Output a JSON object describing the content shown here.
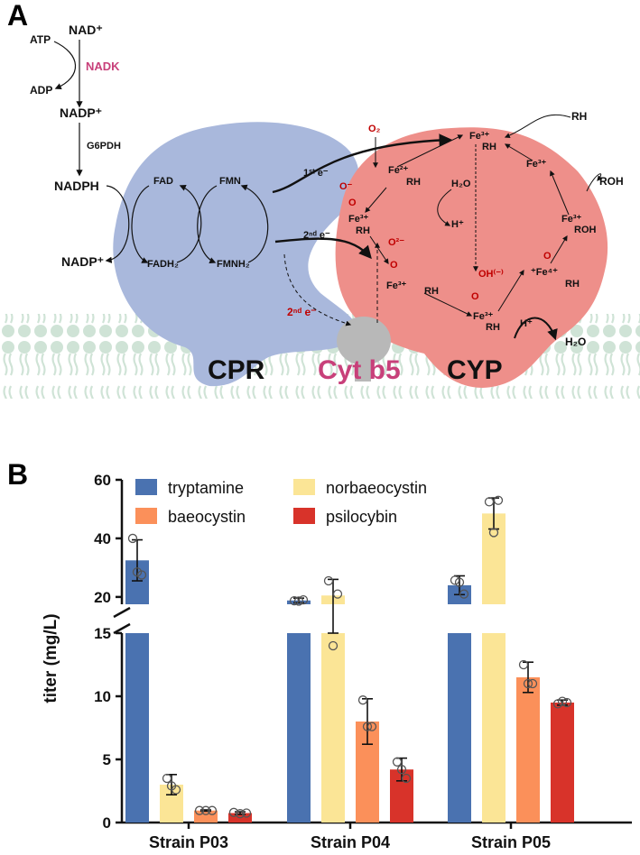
{
  "panel_a": {
    "label": "A",
    "cofactor": {
      "atp": "ATP",
      "nad_plus": "NAD⁺",
      "nadk": "NADK",
      "adp": "ADP",
      "nadp_plus": "NADP⁺",
      "g6pdh": "G6PDH",
      "nadph": "NADPH",
      "nadp_plus_2": "NADP⁺"
    },
    "cpr": {
      "fad": "FAD",
      "fmn": "FMN",
      "fadh2": "FADH₂",
      "fmnh2": "FMNH₂",
      "first_e": "1ˢᵗ e⁻",
      "second_e": "2ⁿᵈ e⁻",
      "second_e_red": "2ⁿᵈ e⁻"
    },
    "cyp_cycle": {
      "o2": "O₂",
      "fe3_top": "Fe³⁺",
      "rh_top": "RH",
      "fe2": "Fe²⁺",
      "rh_fe2": "RH",
      "o_minus": "O⁻",
      "o_minus_o": "O",
      "fe3_left": "Fe³⁺",
      "rh_left": "RH",
      "h2o_in": "H₂O",
      "o2minus": "O²⁻",
      "o_peroxo": "O",
      "fe3_mid": "Fe³⁺",
      "rh_mid": "RH",
      "h_plus_1": "H⁺",
      "oh": "OH⁽⁻⁾",
      "o_bottom": "O",
      "fe3_bottom": "Fe³⁺",
      "rh_bottom": "RH",
      "h_plus_2": "H⁺",
      "o_ferryl": "O",
      "fe4": "⁺Fe⁴⁺",
      "rh_fe4": "RH",
      "fe3_roh": "Fe³⁺",
      "roh_bound": "ROH",
      "fe3_right": "Fe³⁺",
      "rh_in": "RH",
      "roh_out": "ROH",
      "h2o_out": "H₂O"
    },
    "proteins": {
      "cpr": "CPR",
      "cyt_b5": "Cyt b5",
      "cyp": "CYP"
    },
    "colors": {
      "cpr": "#a9b8dc",
      "cyp": "#ee8f8a",
      "cytb5": "#b8b8b8",
      "membrane": "#cfe3d6",
      "nadk": "#c8407a",
      "cytb5_text": "#c8407a",
      "red": "#c00000"
    }
  },
  "panel_b": {
    "label": "B",
    "ylabel": "titer (mg/L)",
    "chart_data": {
      "type": "bar",
      "categories": [
        "Strain P03",
        "Strain P04",
        "Strain P05"
      ],
      "series": [
        {
          "name": "tryptamine",
          "color": "#4a72b0",
          "values": [
            32.5,
            18.8,
            24.0
          ],
          "sd": [
            7.0,
            0.8,
            3.2
          ],
          "points": [
            [
              40.0,
              27.5,
              28.5
            ],
            [
              18.7,
              19.0,
              18.6
            ],
            [
              25.7,
              21.0,
              25.0
            ]
          ]
        },
        {
          "name": "norbaeocystin",
          "color": "#fbe596",
          "values": [
            3.0,
            20.5,
            48.5
          ],
          "sd": [
            0.8,
            5.5,
            5.3
          ],
          "points": [
            [
              3.5,
              2.6,
              2.9
            ],
            [
              25.5,
              21.0,
              14.0
            ],
            [
              52.5,
              53.0,
              42.0
            ]
          ]
        },
        {
          "name": "baeocystin",
          "color": "#fb905a",
          "values": [
            0.95,
            8.0,
            11.5
          ],
          "sd": [
            0.05,
            1.8,
            1.2
          ],
          "points": [
            [
              0.95,
              0.95,
              0.95
            ],
            [
              9.7,
              7.6,
              7.6
            ],
            [
              12.5,
              11.0,
              11.0
            ]
          ]
        },
        {
          "name": "psilocybin",
          "color": "#d8332a",
          "values": [
            0.75,
            4.2,
            9.5
          ],
          "sd": [
            0.1,
            0.9,
            0.2
          ],
          "points": [
            [
              0.8,
              0.75,
              0.7
            ],
            [
              4.8,
              3.5,
              4.2
            ],
            [
              9.4,
              9.5,
              9.6
            ]
          ]
        }
      ],
      "axis_break": [
        15,
        17.5
      ],
      "lower_ticks": [
        0,
        5,
        10,
        15
      ],
      "upper_ticks": [
        20,
        40,
        60
      ],
      "ylim_lower": [
        0,
        15
      ],
      "ylim_upper": [
        17.5,
        60
      ],
      "legend_order": [
        "tryptamine",
        "norbaeocystin",
        "baeocystin",
        "psilocybin"
      ],
      "legend_placement": "top-left"
    }
  }
}
